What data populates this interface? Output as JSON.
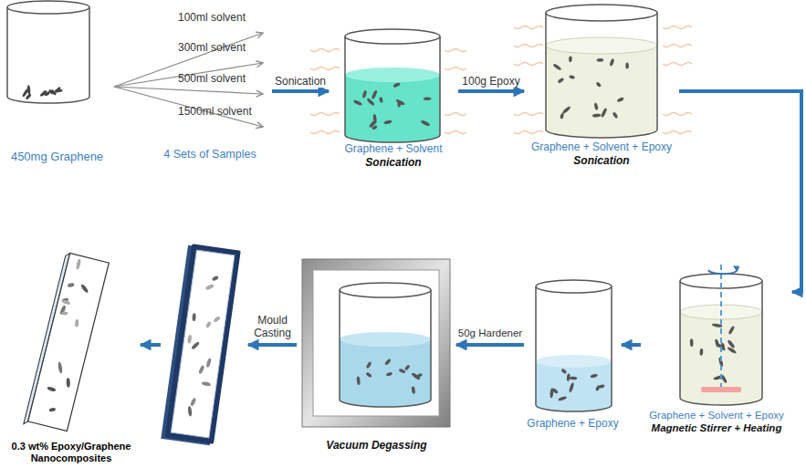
{
  "diagram": {
    "nodes": [
      {
        "text": [
          "450mg Graphene"
        ]
      },
      {
        "text": [
          "Graphene + Solvent",
          "Sonication"
        ]
      },
      {
        "text": [
          "Graphene + Solvent + Epoxy",
          "Sonication"
        ]
      },
      {
        "text": [
          "Graphene + Solvent + Epoxy",
          "Magnetic Stirrer + Heating"
        ]
      },
      {
        "text": [
          "Graphene + Epoxy"
        ]
      },
      {
        "text": [
          "Vacuum Degassing"
        ]
      },
      {
        "text": [
          "0.3 wt% Epoxy/Graphene Nanocomposites"
        ]
      }
    ],
    "edges": [
      {
        "from": 0,
        "to": 1,
        "label": "Sonication",
        "arrow": "to"
      },
      {
        "from": 1,
        "to": 2,
        "label": "100g Epoxy",
        "arrow": "to"
      },
      {
        "from": 2,
        "to": 3,
        "arrow": "to"
      },
      {
        "from": 3,
        "to": 4,
        "arrow": "to"
      },
      {
        "from": 4,
        "to": 5,
        "label": "50g Hardener",
        "arrow": "to"
      },
      {
        "from": 5,
        "to": 6,
        "label": "Mould Casting",
        "arrow": "to"
      }
    ],
    "labels": [
      "100ml solvent",
      "300ml solvent",
      "500ml solvent",
      "1500ml solvent",
      "4 Sets of Samples"
    ]
  }
}
